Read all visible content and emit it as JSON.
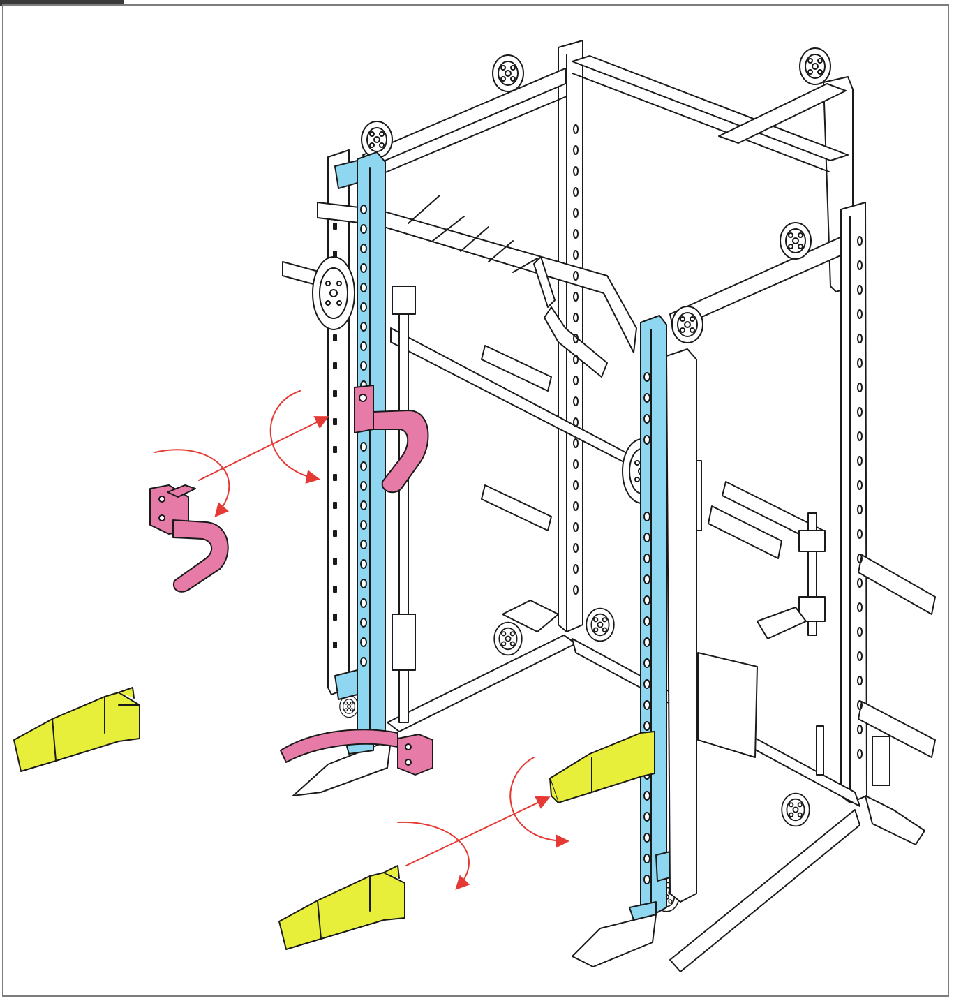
{
  "diagram": {
    "kind": "assembly-illustration",
    "text_labels": [],
    "parts": [
      {
        "id": "rack-frame",
        "color": "#ffffff"
      },
      {
        "id": "upright-left",
        "color": "#8fd6f0"
      },
      {
        "id": "upright-right",
        "color": "#8fd6f0"
      },
      {
        "id": "dip-handle",
        "color": "#e67ba8"
      },
      {
        "id": "spotter-arm",
        "color": "#e8ef3a"
      }
    ],
    "colors": {
      "outline": "#1a1a1a",
      "upright": "#8fd6f0",
      "dip_handle": "#e67ba8",
      "spotter": "#e8ef3a",
      "arrow": "#e53935",
      "frame_border": "#7d7d7d"
    },
    "icons": [
      "rotate-arrow-icon",
      "insert-arrow-icon",
      "pulley-icon"
    ]
  }
}
